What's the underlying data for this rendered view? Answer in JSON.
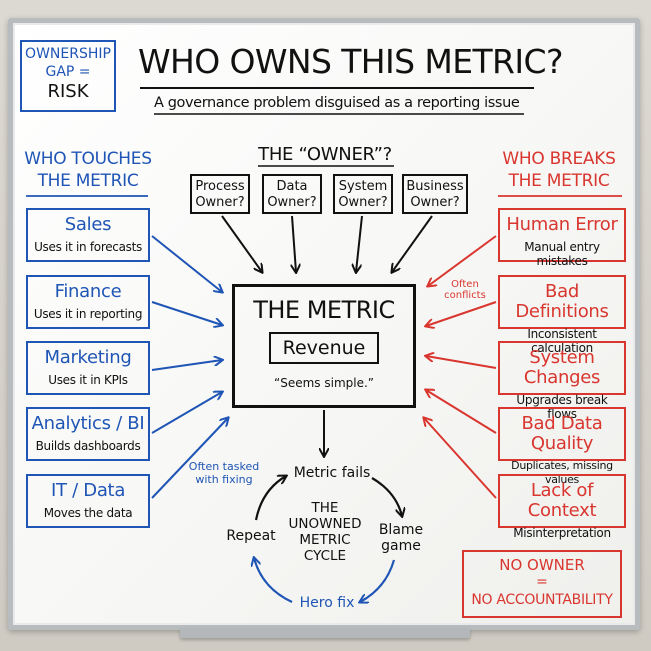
{
  "title": "WHO OWNS THIS METRIC?",
  "subtitle": "A governance problem disguised as a reporting issue",
  "gap_note": {
    "line1": "OWNERSHIP",
    "line2": "GAP =",
    "line3": "RISK"
  },
  "left_heading": {
    "line1": "WHO TOUCHES",
    "line2": "THE METRIC"
  },
  "right_heading": {
    "line1": "WHO BREAKS",
    "line2": "THE METRIC"
  },
  "owner_heading": "THE “OWNER”?",
  "owners": [
    {
      "line1": "Process",
      "line2": "Owner?"
    },
    {
      "line1": "Data",
      "line2": "Owner?"
    },
    {
      "line1": "System",
      "line2": "Owner?"
    },
    {
      "line1": "Business",
      "line2": "Owner?"
    }
  ],
  "touchers": [
    {
      "name": "Sales",
      "desc": "Uses it in forecasts"
    },
    {
      "name": "Finance",
      "desc": "Uses it in reporting"
    },
    {
      "name": "Marketing",
      "desc": "Uses it in KPIs"
    },
    {
      "name": "Analytics / BI",
      "desc": "Builds dashboards"
    },
    {
      "name": "IT / Data",
      "desc": "Moves the data"
    }
  ],
  "breakers": [
    {
      "name": "Human Error",
      "desc": "Manual entry mistakes"
    },
    {
      "name": "Bad Definitions",
      "desc": "Inconsistent calculation"
    },
    {
      "name": "System Changes",
      "desc": "Upgrades break flows"
    },
    {
      "name": "Bad Data Quality",
      "desc": "Duplicates, missing values"
    },
    {
      "name": "Lack of Context",
      "desc": "Misinterpretation"
    }
  ],
  "metric": {
    "title": "THE METRIC",
    "name": "Revenue",
    "quote": "“Seems simple.”"
  },
  "often_conflicts": {
    "line1": "Often",
    "line2": "conflicts"
  },
  "often_tasked": {
    "line1": "Often tasked",
    "line2": "with fixing"
  },
  "cycle": {
    "top": "Metric fails",
    "right_line1": "Blame",
    "right_line2": "game",
    "bottom": "Hero fix",
    "left": "Repeat",
    "center": [
      "THE",
      "UNOWNED",
      "METRIC",
      "CYCLE"
    ]
  },
  "conclusion": {
    "line1": "NO OWNER",
    "line2": "=",
    "line3": "NO ACCOUNTABILITY"
  },
  "colors": {
    "blue": "#1f55b5",
    "red": "#d9362f",
    "black": "#111111"
  }
}
